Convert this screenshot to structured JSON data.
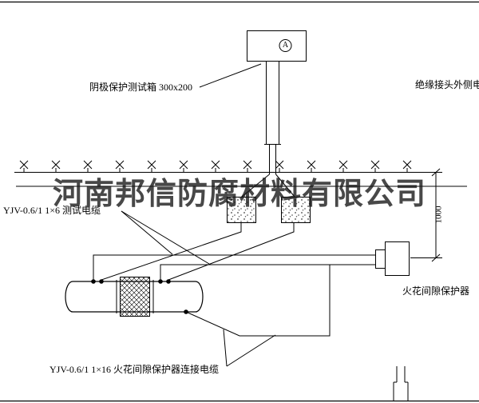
{
  "drawing": {
    "watermark": "河南邦信防腐材料有限公司",
    "annotations": {
      "test_box_label": "阴极保护测试箱 300x200",
      "outer_cable_label": "绝缘接头外侧电缆",
      "test_cable_label": "YJV-0.6/1 1×6  测试电缆",
      "spark_gap_label": "火花间隙保护器",
      "spark_gap_cable_label": "YJV-0.6/1 1×16  火花间隙保护器连接电缆",
      "dimension_label": "1000",
      "meter_symbol": "A"
    },
    "colors": {
      "line": "#000000",
      "background": "#ffffff",
      "watermark_color": "#1f1f1f"
    }
  }
}
